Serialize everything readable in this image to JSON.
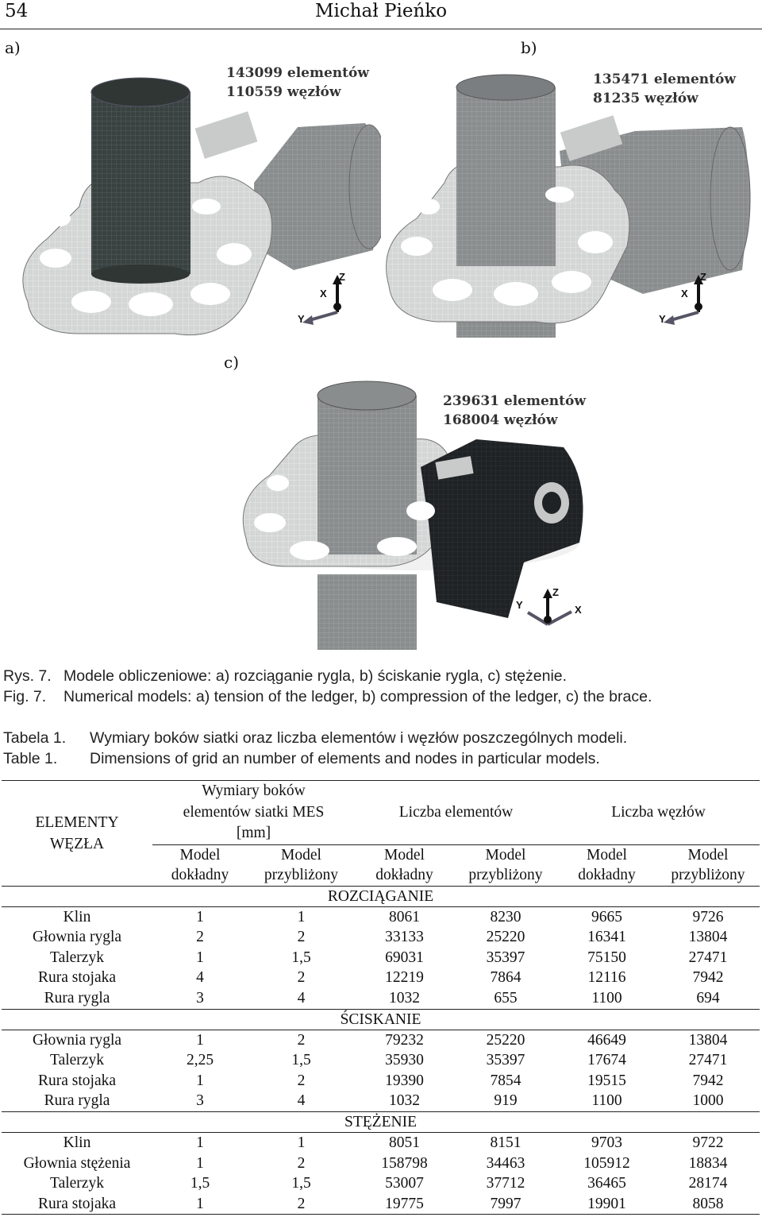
{
  "header": {
    "page_number": "54",
    "author": "Michał Pieńko"
  },
  "figure": {
    "panel_a": {
      "label": "a)",
      "elements": "143099 elementów",
      "nodes": "110559 węzłów"
    },
    "panel_b": {
      "label": "b)",
      "elements": "135471 elementów",
      "nodes": "81235 węzłów"
    },
    "panel_c": {
      "label": "c)",
      "elements": "239631 elementów",
      "nodes": "168004 węzłów"
    },
    "axis_labels": {
      "z": "Z",
      "x": "X",
      "y": "Y"
    }
  },
  "captions": {
    "rys_label": "Rys. 7.",
    "rys_text": "Modele obliczeniowe: a) rozciąganie rygla, b) ściskanie rygla, c) stężenie.",
    "fig_label": "Fig. 7.",
    "fig_text": "Numerical models: a) tension of the ledger, b) compression of the ledger, c) the brace.",
    "tabela_label": "Tabela 1.",
    "tabela_text": "Wymiary boków siatki oraz liczba elementów i węzłów poszczególnych modeli.",
    "table_label": "Table 1.",
    "table_text": "Dimensions of grid an number of elements and nodes in particular models."
  },
  "table": {
    "head": {
      "col0_l1": "ELEMENTY",
      "col0_l2": "WĘZŁA",
      "g1_l1": "Wymiary boków",
      "g1_l2": "elementów siatki MES",
      "g1_l3": "[mm]",
      "g2": "Liczba elementów",
      "g3": "Liczba węzłów",
      "model": "Model",
      "dokladny": "dokładny",
      "przyblizony": "przybliżony"
    },
    "sections": [
      {
        "title": "ROZCIĄGANIE",
        "rows": [
          [
            "Klin",
            "1",
            "1",
            "8061",
            "8230",
            "9665",
            "9726"
          ],
          [
            "Głownia rygla",
            "2",
            "2",
            "33133",
            "25220",
            "16341",
            "13804"
          ],
          [
            "Talerzyk",
            "1",
            "1,5",
            "69031",
            "35397",
            "75150",
            "27471"
          ],
          [
            "Rura stojaka",
            "4",
            "2",
            "12219",
            "7864",
            "12116",
            "7942"
          ],
          [
            "Rura rygla",
            "3",
            "4",
            "1032",
            "655",
            "1100",
            "694"
          ]
        ]
      },
      {
        "title": "ŚCISKANIE",
        "rows": [
          [
            "Głownia rygla",
            "1",
            "2",
            "79232",
            "25220",
            "46649",
            "13804"
          ],
          [
            "Talerzyk",
            "2,25",
            "1,5",
            "35930",
            "35397",
            "17674",
            "27471"
          ],
          [
            "Rura stojaka",
            "1",
            "2",
            "19390",
            "7854",
            "19515",
            "7942"
          ],
          [
            "Rura rygla",
            "3",
            "4",
            "1032",
            "919",
            "1100",
            "1000"
          ]
        ]
      },
      {
        "title": "STĘŻENIE",
        "rows": [
          [
            "Klin",
            "1",
            "1",
            "8051",
            "8151",
            "9703",
            "9722"
          ],
          [
            "Głownia stężenia",
            "1",
            "2",
            "158798",
            "34463",
            "105912",
            "18834"
          ],
          [
            "Talerzyk",
            "1,5",
            "1,5",
            "53007",
            "37712",
            "36465",
            "28174"
          ],
          [
            "Rura stojaka",
            "1",
            "2",
            "19775",
            "7997",
            "19901",
            "8058"
          ]
        ]
      }
    ]
  }
}
